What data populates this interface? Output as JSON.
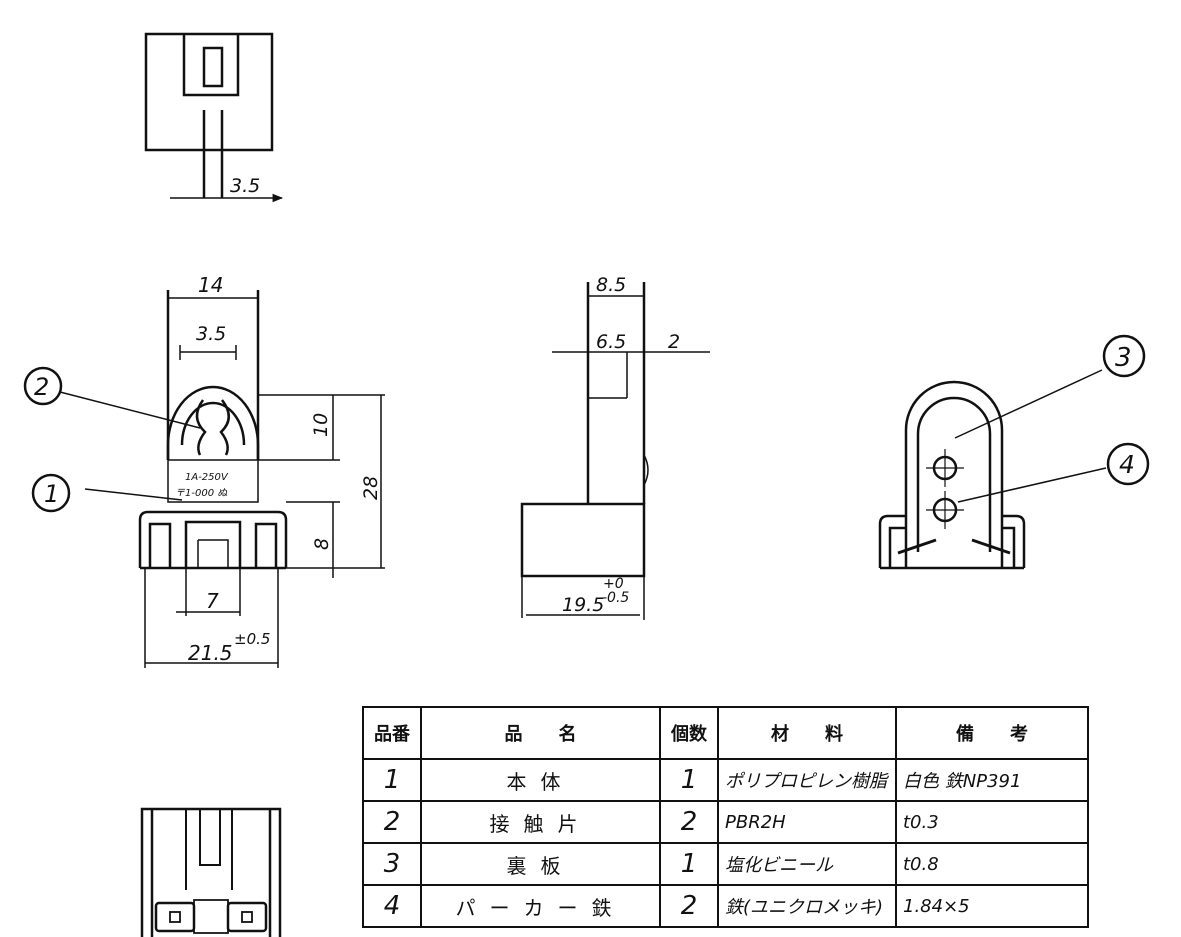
{
  "dims": {
    "top_view_width": "3.5",
    "front_width_top": "14",
    "front_slot_width": "3.5",
    "front_head_height": "10",
    "front_total_height": "28",
    "front_base_height": "8",
    "front_inner_width": "7",
    "front_base_width": "21.5",
    "front_base_tol": "±0.5",
    "side_width": "8.5",
    "side_inner": "6.5",
    "side_thickness": "2",
    "side_depth": "19.5",
    "side_depth_tol_plus": "+0",
    "side_depth_tol_minus": "-0.5"
  },
  "part_balloons": [
    "1",
    "2",
    "3",
    "4"
  ],
  "nameplate": {
    "rating": "1A-250V",
    "code": "〒1-000 ぬ"
  },
  "table": {
    "headers": {
      "no": "品番",
      "name": "品　　名",
      "qty": "個数",
      "material": "材　　料",
      "remarks": "備　　考"
    },
    "rows": [
      {
        "no": "1",
        "name": "本体",
        "qty": "1",
        "material": "ポリプロピレン樹脂",
        "remarks": "白色 鉄NP391"
      },
      {
        "no": "2",
        "name": "接触片",
        "qty": "2",
        "material": "PBR2H",
        "remarks": "t0.3"
      },
      {
        "no": "3",
        "name": "裏板",
        "qty": "1",
        "material": "塩化ビニール",
        "remarks": "t0.8"
      },
      {
        "no": "4",
        "name": "パーカー鉄",
        "qty": "2",
        "material": "鉄(ユニクロメッキ)",
        "remarks": "1.84×5"
      }
    ]
  },
  "colors": {
    "ink": "#111111",
    "paper": "#ffffff"
  }
}
